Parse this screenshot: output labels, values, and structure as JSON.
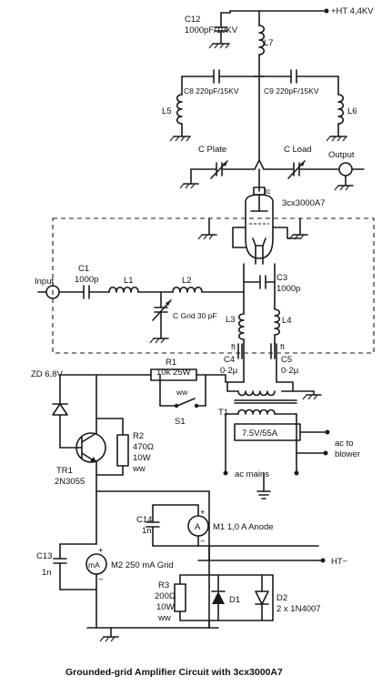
{
  "caption": "Grounded-grid  Amplifier Circuit with 3cx3000A7",
  "tube": "3cx3000A7",
  "tube_pin": "tc",
  "labels": {
    "ht_pos": "+HT 4,4KV",
    "c12_name": "C12",
    "c12_val": "1000pF/10KV",
    "l7": "L7",
    "c8": "C8 220pF/15KV",
    "c9": "C9 220pF/15KV",
    "l5": "L5",
    "l6": "L6",
    "c_plate": "C Plate",
    "c_load": "C Load",
    "output": "Output",
    "input": "Input",
    "c1_name": "C1",
    "c1_val": "1000p",
    "l1": "L1",
    "l2": "L2",
    "c_grid": "C Grid 30 pF",
    "c3_name": "C3",
    "c3_val": "1000p",
    "l3": "L3",
    "l4": "L4",
    "ft1": "ft",
    "ft2": "ft",
    "c4_name": "C4",
    "c4_val": "0·2μ",
    "c5_name": "C5",
    "c5_val": "0·2μ",
    "zd": "ZD 6,8V",
    "r1_name": "R1",
    "r1_val": "10k   25W",
    "ww1": "ww",
    "s1": "S1",
    "t1": "T1",
    "t1_rating": "7.5V/55A",
    "r2_name": "R2",
    "r2_val": "470Ω",
    "r2_w": "10W",
    "r2_ww": "ww",
    "tr1_name": "TR1",
    "tr1_part": "2N3055",
    "ac_blower_1": "ac to",
    "ac_blower_2": "blower",
    "ac_mains": "ac mains",
    "m1": "M1 1,0 A Anode",
    "m1_sym": "A",
    "c14_name": "C14",
    "c14_val": "1n",
    "c13_name": "C13",
    "c13_val": "1n",
    "m2": "M2 250 mA Grid",
    "m2_sym": "mA",
    "ht_neg": "HT−",
    "r3_name": "R3",
    "r3_val": "200Ω",
    "r3_w": "10W",
    "r3_ww": "ww",
    "d1": "D1",
    "d2": "D2",
    "diodes": "2 x 1N4007",
    "plus1": "+",
    "minus1": "−",
    "plus2": "+",
    "minus2": "−"
  }
}
